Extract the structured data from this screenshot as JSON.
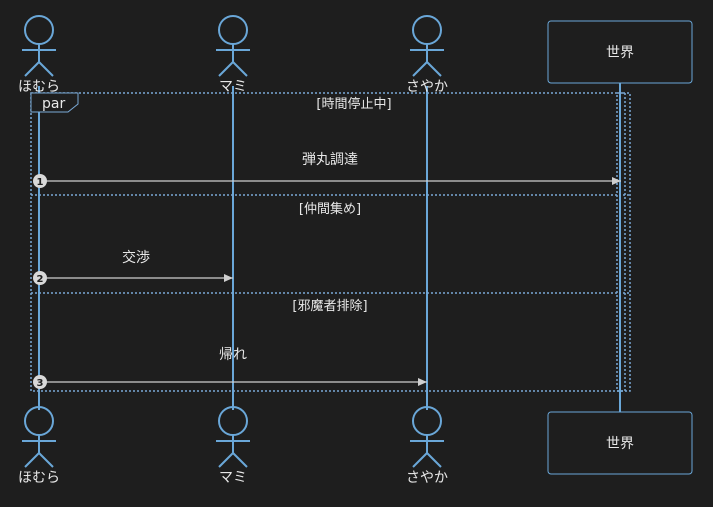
{
  "participants": [
    {
      "name": "ほむら",
      "kind": "actor"
    },
    {
      "name": "マミ",
      "kind": "actor"
    },
    {
      "name": "さやか",
      "kind": "actor"
    },
    {
      "name": "世界",
      "kind": "box"
    }
  ],
  "block": {
    "type": "par"
  },
  "sections": [
    {
      "title": "[時間停止中]"
    },
    {
      "title": "[仲間集め]"
    },
    {
      "title": "[邪魔者排除]"
    }
  ],
  "messages": [
    {
      "number": "1",
      "from": "ほむら",
      "to": "世界",
      "label": "弾丸調達"
    },
    {
      "number": "2",
      "from": "ほむら",
      "to": "マミ",
      "label": "交渉"
    },
    {
      "number": "3",
      "from": "ほむら",
      "to": "さやか",
      "label": "帰れ"
    }
  ]
}
